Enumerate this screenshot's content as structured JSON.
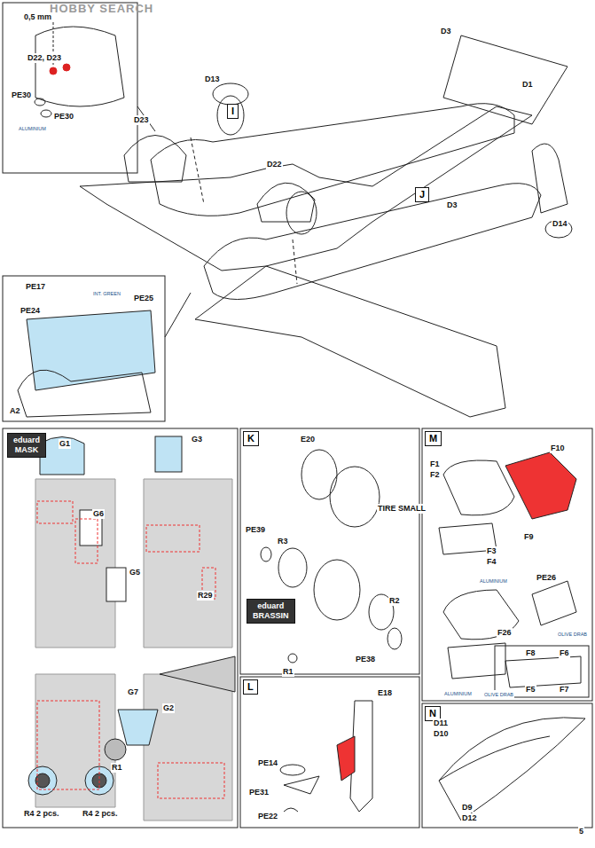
{
  "diagram": {
    "nodes": [
      {
        "text": [
          "I"
        ]
      },
      {
        "text": [
          "J"
        ]
      },
      {
        "text": [
          "K"
        ]
      },
      {
        "text": [
          "L"
        ]
      },
      {
        "text": [
          "M"
        ]
      },
      {
        "text": [
          "N"
        ]
      },
      {
        "text": [
          "eduard",
          "MASK"
        ]
      },
      {
        "text": [
          "eduard",
          "BRASSIN"
        ]
      }
    ],
    "edges": [],
    "labels": [
      "HOBBY SEARCH",
      "0,5 mm",
      "D22, D23",
      "PE30",
      "PE30",
      "ALUMINIUM",
      "D23",
      "D13",
      "D3",
      "D1",
      "D3",
      "D22",
      "D14",
      "PE17",
      "INT. GREEN",
      "PE24",
      "PE25",
      "A2",
      "G1",
      "G3",
      "G6",
      "G5",
      "R29",
      "G7",
      "G2",
      "R1",
      "R4 2 pcs.",
      "R4 2 pcs.",
      "E20",
      "TIRE SMALL",
      "PE39",
      "R3",
      "R1",
      "R2",
      "PE38",
      "E18",
      "PE14",
      "PE31",
      "PE22",
      "F1",
      "F2",
      "F10",
      "F9",
      "F3",
      "F4",
      "PE26",
      "ALUMINIUM",
      "F26",
      "OLIVE DRAB",
      "ALUMINIUM",
      "OLIVE DRAB",
      "F8",
      "F6",
      "F5",
      "F7",
      "D11",
      "D10",
      "D9",
      "D12",
      "5"
    ]
  }
}
